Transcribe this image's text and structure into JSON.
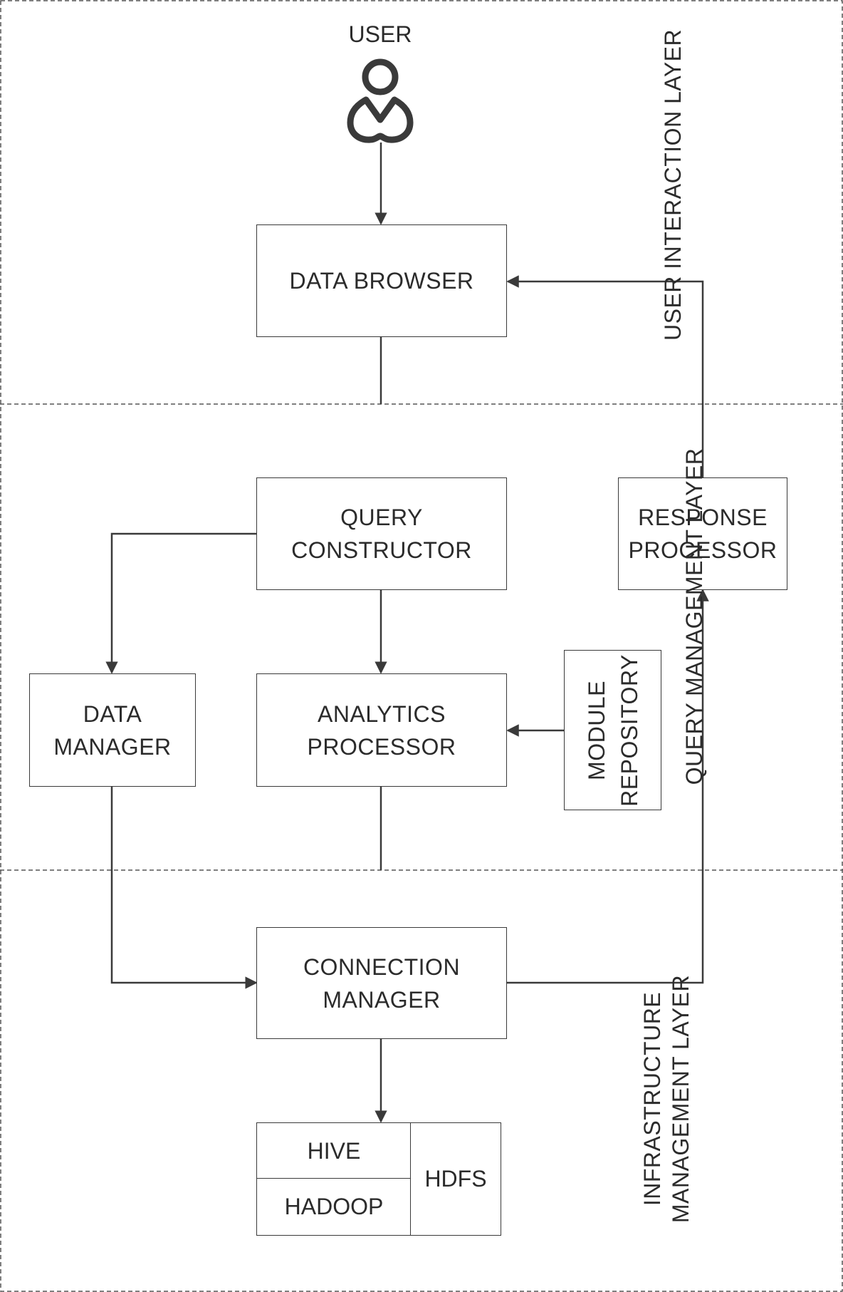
{
  "user": {
    "label": "USER"
  },
  "layers": {
    "user_interaction": "USER INTERACTION LAYER",
    "query_management": "QUERY MANAGEMENT LAYER",
    "infrastructure_line1": "INFRASTRUCTURE",
    "infrastructure_line2": "MANAGEMENT LAYER"
  },
  "boxes": {
    "data_browser": "DATA BROWSER",
    "query_constructor_1": "QUERY",
    "query_constructor_2": "CONSTRUCTOR",
    "response_processor_1": "RESPONSE",
    "response_processor_2": "PROCESSOR",
    "data_manager_1": "DATA",
    "data_manager_2": "MANAGER",
    "analytics_processor_1": "ANALYTICS",
    "analytics_processor_2": "PROCESSOR",
    "module_repository_1": "MODULE",
    "module_repository_2": "REPOSITORY",
    "connection_manager_1": "CONNECTION",
    "connection_manager_2": "MANAGER"
  },
  "storage": {
    "hive": "HIVE",
    "hadoop": "HADOOP",
    "hdfs": "HDFS"
  }
}
